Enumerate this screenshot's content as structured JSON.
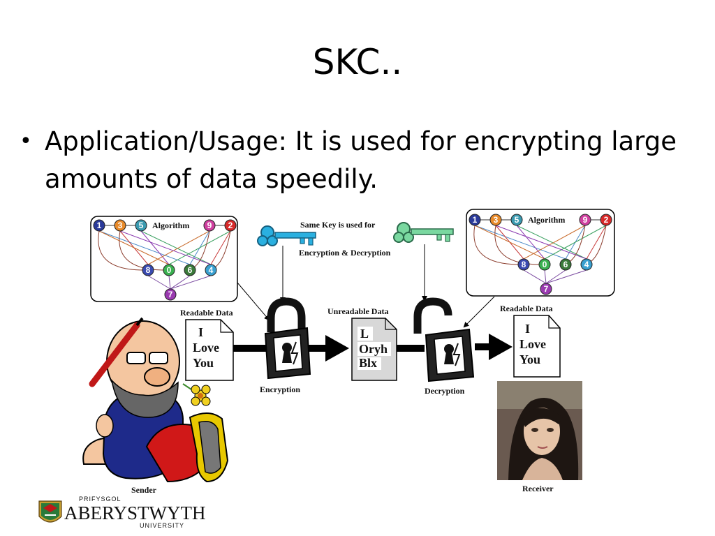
{
  "slide": {
    "title": "SKC..",
    "bullet": "Application/Usage: It is used for encrypting large amounts of data speedily."
  },
  "diagram": {
    "algorithm_label": "Algorithm",
    "nodes_top": [
      "1",
      "3",
      "5",
      "9",
      "2"
    ],
    "nodes_mid": [
      "8",
      "0",
      "6",
      "4"
    ],
    "nodes_bottom": [
      "7"
    ],
    "node_colors": {
      "1": "#2a3a9a",
      "3": "#e88a2a",
      "5": "#3a9ab0",
      "9": "#d040a0",
      "2": "#d82a2a",
      "8": "#3a4ab0",
      "0": "#3ab050",
      "6": "#3a7a3a",
      "4": "#3aa0d0",
      "7": "#9a3ab0"
    },
    "same_key_line1": "Same Key is used for",
    "same_key_line2": "Encryption & Decryption",
    "readable_left": "Readable Data",
    "unreadable": "Unreadable Data",
    "readable_right": "Readable Data",
    "plain_lines": [
      "I",
      "Love",
      "You"
    ],
    "cipher_lines": [
      "L",
      "Oryh",
      "Blx"
    ],
    "encryption_label": "Encryption",
    "decryption_label": "Decryption",
    "sender_label": "Sender",
    "receiver_label": "Receiver",
    "key_colors": {
      "left": "#2ab0e0",
      "right": "#7ad8a0"
    }
  },
  "logo": {
    "small": "PRIFYSGOL",
    "big": "ABERYSTWYTH",
    "sub": "UNIVERSITY"
  }
}
